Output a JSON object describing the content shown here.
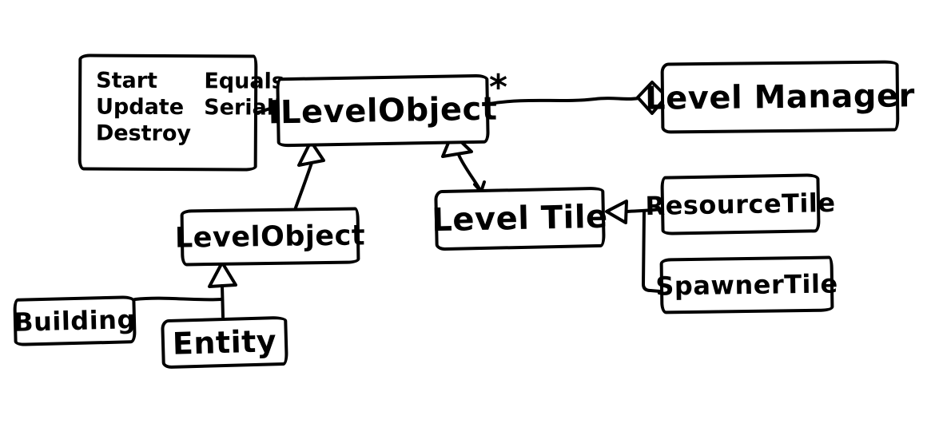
{
  "diagram": {
    "background": "#ffffff",
    "ink_color": "#000000",
    "nodes": {
      "methods_note": {
        "column1": [
          "Start",
          "Update",
          "Destroy"
        ],
        "column2": [
          "Equals",
          "Serialize"
        ]
      },
      "ilevel_object": {
        "label": "ILevelObject"
      },
      "level_manager": {
        "label": "Level Manager"
      },
      "level_object": {
        "label": "LevelObject"
      },
      "level_tile": {
        "label": "Level Tile"
      },
      "resource_tile": {
        "label": "ResourceTile"
      },
      "spawner_tile": {
        "label": "SpawnerTile"
      },
      "building": {
        "label": "Building"
      },
      "entity": {
        "label": "Entity"
      }
    },
    "edges": {
      "aggregation_multiplicity": "*"
    }
  }
}
